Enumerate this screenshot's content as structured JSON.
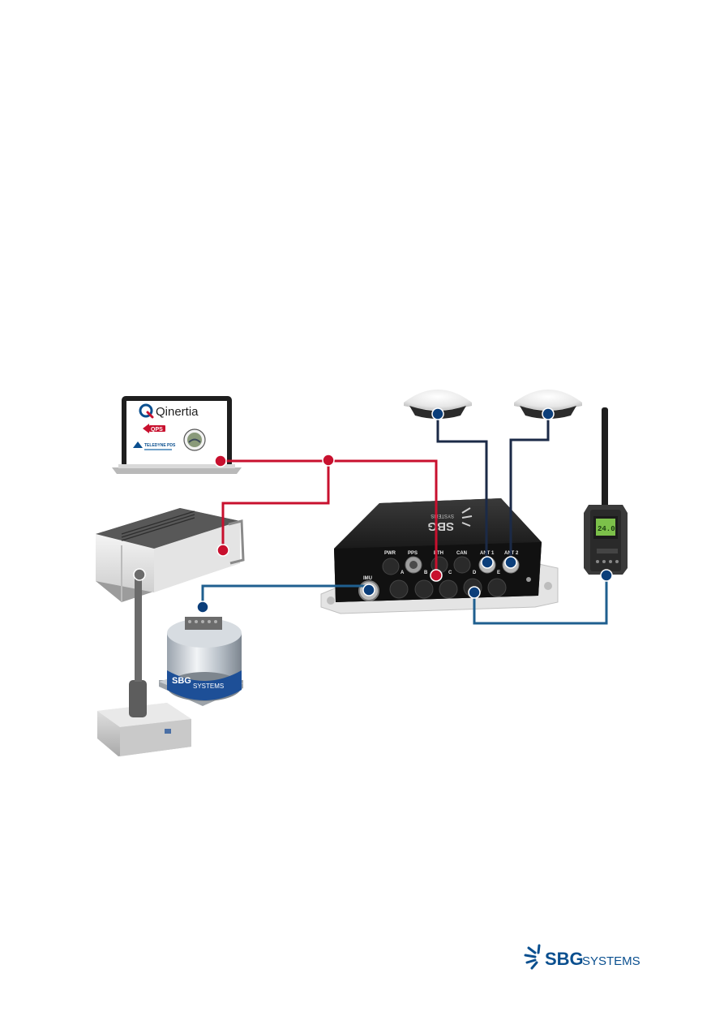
{
  "laptop": {
    "app_name": "Qinertia",
    "logos": [
      "QPS",
      "TELEDYNE PDS"
    ]
  },
  "ins_unit": {
    "brand": "SBG",
    "brand_sub": "SYSTEMS",
    "ports_top": [
      "IMU",
      "PWR",
      "PPS",
      "ETH",
      "CAN",
      "ANT 1",
      "ANT 2"
    ],
    "ports_bottom": [
      "A",
      "B",
      "C",
      "D",
      "E"
    ]
  },
  "imu": {
    "brand": "SBG",
    "brand_sub": "SYSTEMS"
  },
  "radio": {
    "display_value": "24.0"
  },
  "footer_logo": {
    "brand": "SBG",
    "brand_sub": "SYSTEMS"
  },
  "colors": {
    "ethernet_line": "#c8102e",
    "ethernet_node": "#c8102e",
    "gnss_line": "#1b2a47",
    "gnss_node": "#0b3e7a",
    "serial_line": "#1f5f8f",
    "analog_line": "#6b6b6b",
    "brand_blue": "#0a4f8f"
  }
}
